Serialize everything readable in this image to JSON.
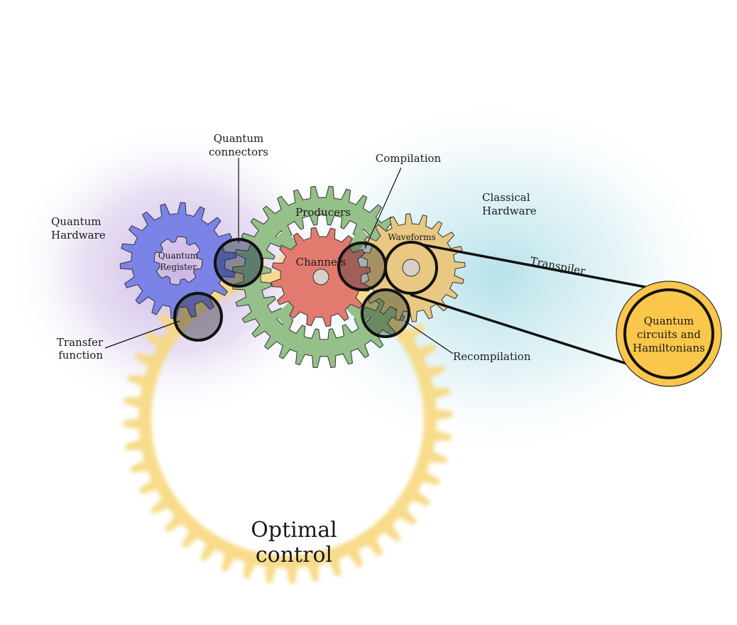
{
  "diagram": {
    "labels": {
      "quantum_connectors_line1": "Quantum",
      "quantum_connectors_line2": "connectors",
      "compilation": "Compilation",
      "classical_hardware_line1": "Classical",
      "classical_hardware_line2": "Hardware",
      "quantum_hardware_line1": "Quantum",
      "quantum_hardware_line2": "Hardware",
      "producers": "Producers",
      "waveforms": "Waveforms",
      "quantum_register_line1": "Quantum",
      "quantum_register_line2": "Register",
      "channels": "Channels",
      "transpiler": "Transpiler",
      "transfer_function_line1": "Transfer",
      "transfer_function_line2": "function",
      "recompilation": "Recompilation",
      "circuits_line1": "Quantum",
      "circuits_line2": "circuits and",
      "circuits_line3": "Hamiltonians",
      "optimal_control_line1": "Optimal",
      "optimal_control_line2": "control"
    },
    "colors": {
      "quantum_register_gear": "#7b83e6",
      "producers_gear": "#95c089",
      "channels_gear": "#e27a70",
      "waveforms_gear": "#e8c882",
      "optimal_control_ring": "#f7d880",
      "circuits_disk": "#fbc74a",
      "quantum_glow": "#c7b1e2",
      "classical_glow": "#b2e0e8",
      "outline": "#111111"
    }
  }
}
